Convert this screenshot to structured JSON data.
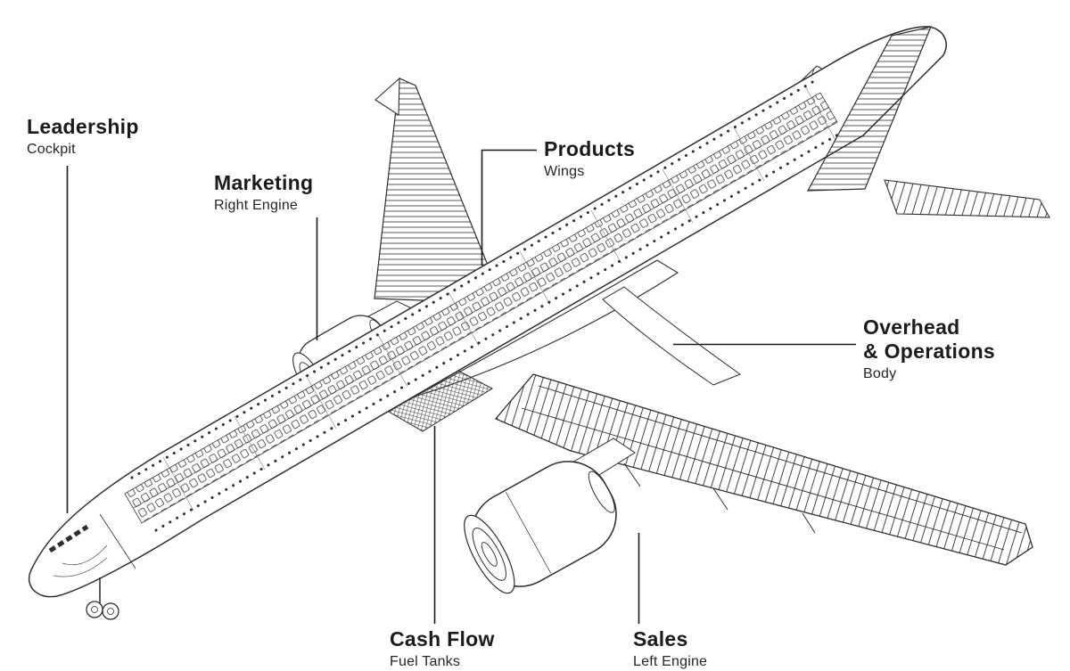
{
  "colors": {
    "ink": "#1b1b1b",
    "line_art": "#2e2e2e",
    "background": "#ffffff"
  },
  "diagram": {
    "subject": "airplane-cutaway-business-metaphor"
  },
  "labels": [
    {
      "id": "leadership",
      "title": "Leadership",
      "subtitle": "Cockpit"
    },
    {
      "id": "marketing",
      "title": "Marketing",
      "subtitle": "Right Engine"
    },
    {
      "id": "products",
      "title": "Products",
      "subtitle": "Wings"
    },
    {
      "id": "overhead-operations",
      "title": "Overhead\n& Operations",
      "subtitle": "Body"
    },
    {
      "id": "cash-flow",
      "title": "Cash Flow",
      "subtitle": "Fuel Tanks"
    },
    {
      "id": "sales",
      "title": "Sales",
      "subtitle": "Left Engine"
    }
  ]
}
